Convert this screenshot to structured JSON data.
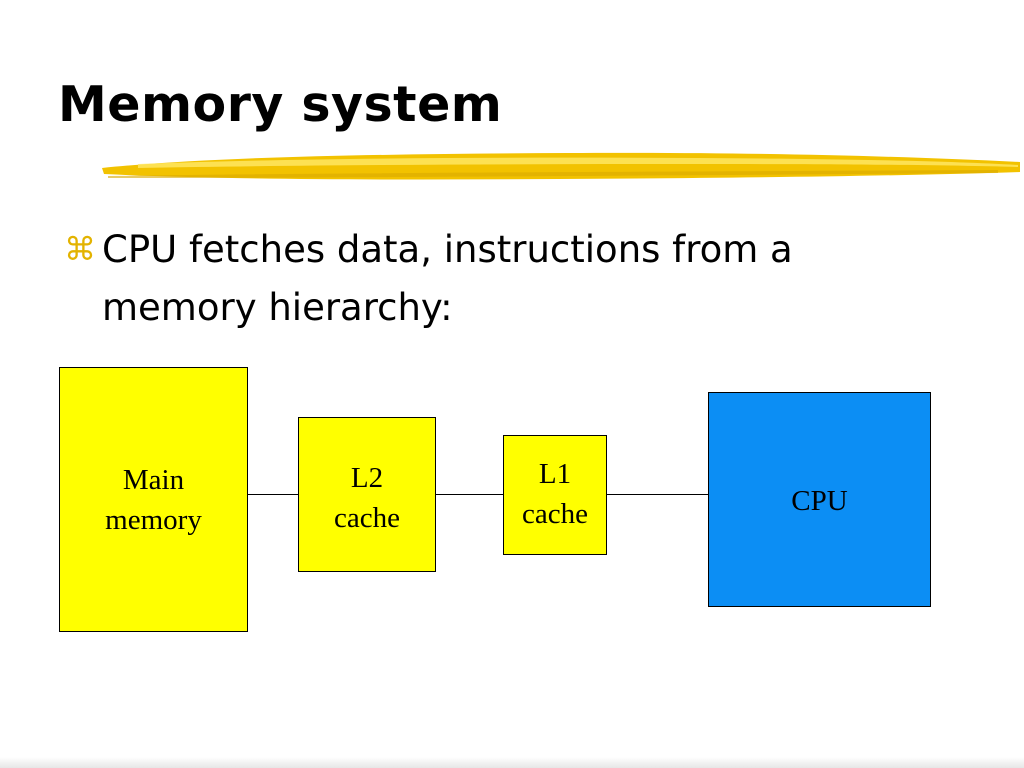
{
  "slide": {
    "title": "Memory system",
    "bullet": {
      "line1": "CPU fetches data, instructions from a",
      "line2": "memory hierarchy:"
    }
  },
  "diagram": {
    "nodes": {
      "main_memory": "Main\nmemory",
      "l2_cache": "L2\ncache",
      "l1_cache": "L1\ncache",
      "cpu": "CPU"
    }
  },
  "colors": {
    "memory_box": "#ffff00",
    "cpu_box": "#0c8ef4",
    "title_underline": "#f2c200",
    "bullet_glyph": "#e3b300"
  },
  "icons": {
    "bullet": "command-key-icon"
  }
}
